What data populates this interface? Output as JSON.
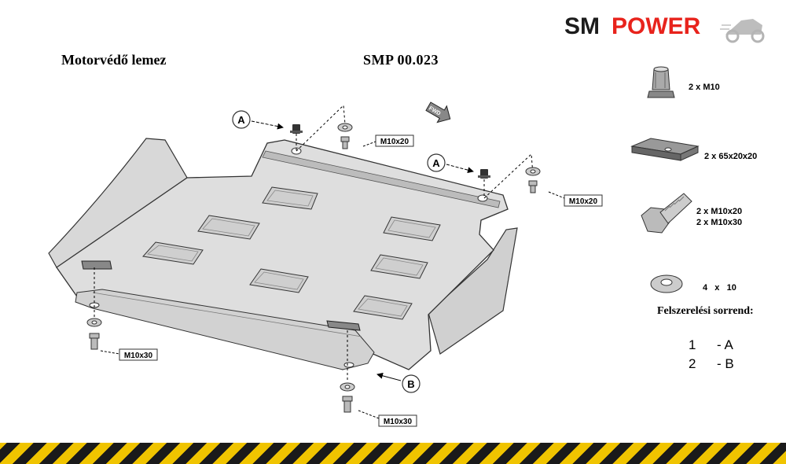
{
  "header": {
    "title": "Motorvédő lemez",
    "code": "SMP 00.023",
    "brand_sm": "SM",
    "brand_power": "POWER"
  },
  "parts": [
    {
      "label": "2 x M10"
    },
    {
      "label": "2 x 65x20x20"
    },
    {
      "label_line1": "2 x M10x20",
      "label_line2": "2 x M10x30"
    },
    {
      "label": "4   x   10"
    }
  ],
  "callouts": {
    "a": "A",
    "b": "B",
    "m10x20": "M10x20",
    "m10x30": "M10x30",
    "fwd": "FWD"
  },
  "sequence": {
    "title": "Felszerelési sorrend:",
    "steps": [
      {
        "num": "1",
        "letter": "- A"
      },
      {
        "num": "2",
        "letter": "- B"
      }
    ]
  },
  "colors": {
    "brand_red": "#e8231c",
    "brand_black": "#1c1c1c",
    "plate": "#dcdcdc",
    "stripe_yellow": "#f0c400"
  }
}
